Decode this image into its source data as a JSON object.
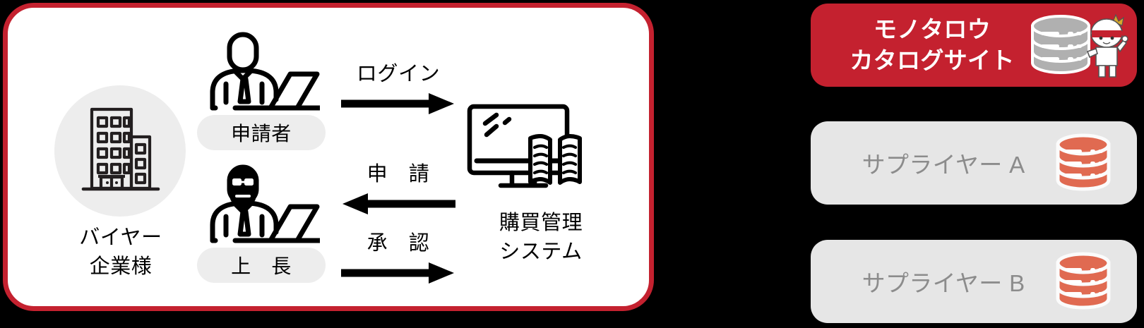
{
  "diagram": {
    "title": "purchasing-flow-diagram",
    "colors": {
      "brand_red": "#c4212f",
      "panel_white": "#ffffff",
      "pill_gray": "#ededed",
      "card_gray": "#e6e6e6",
      "card_gray_text": "#8c8c8c",
      "db_coral": "#e06a51",
      "db_silver": "#b0b0b0",
      "background": "#000000",
      "line_black": "#111111"
    }
  },
  "buyer_panel": {
    "organization": {
      "icon": "building-icon",
      "label_line1": "バイヤー",
      "label_line2": "企業様"
    },
    "actors": [
      {
        "icon": "person-at-laptop-icon",
        "label": "申請者"
      },
      {
        "icon": "person-with-glasses-at-laptop-icon",
        "label": "上　長"
      }
    ],
    "flows": [
      {
        "label": "ログイン",
        "direction": "right",
        "name": "flow-login"
      },
      {
        "label": "申　請",
        "direction": "left",
        "name": "flow-request"
      },
      {
        "label": "承　認",
        "direction": "right",
        "name": "flow-approve"
      }
    ],
    "system": {
      "icon": "monitor-and-catalog-icon",
      "caption_line1": "購買管理",
      "caption_line2": "システム"
    }
  },
  "right_cards": {
    "catalog": {
      "title_line1": "モノタロウ",
      "title_line2": "カタログサイト",
      "icon": "database-stack-icon",
      "mascot": "ninja-mascot-icon"
    },
    "suppliers": [
      {
        "title": "サプライヤー A",
        "icon": "database-stack-icon"
      },
      {
        "title": "サプライヤー B",
        "icon": "database-stack-icon"
      }
    ]
  }
}
